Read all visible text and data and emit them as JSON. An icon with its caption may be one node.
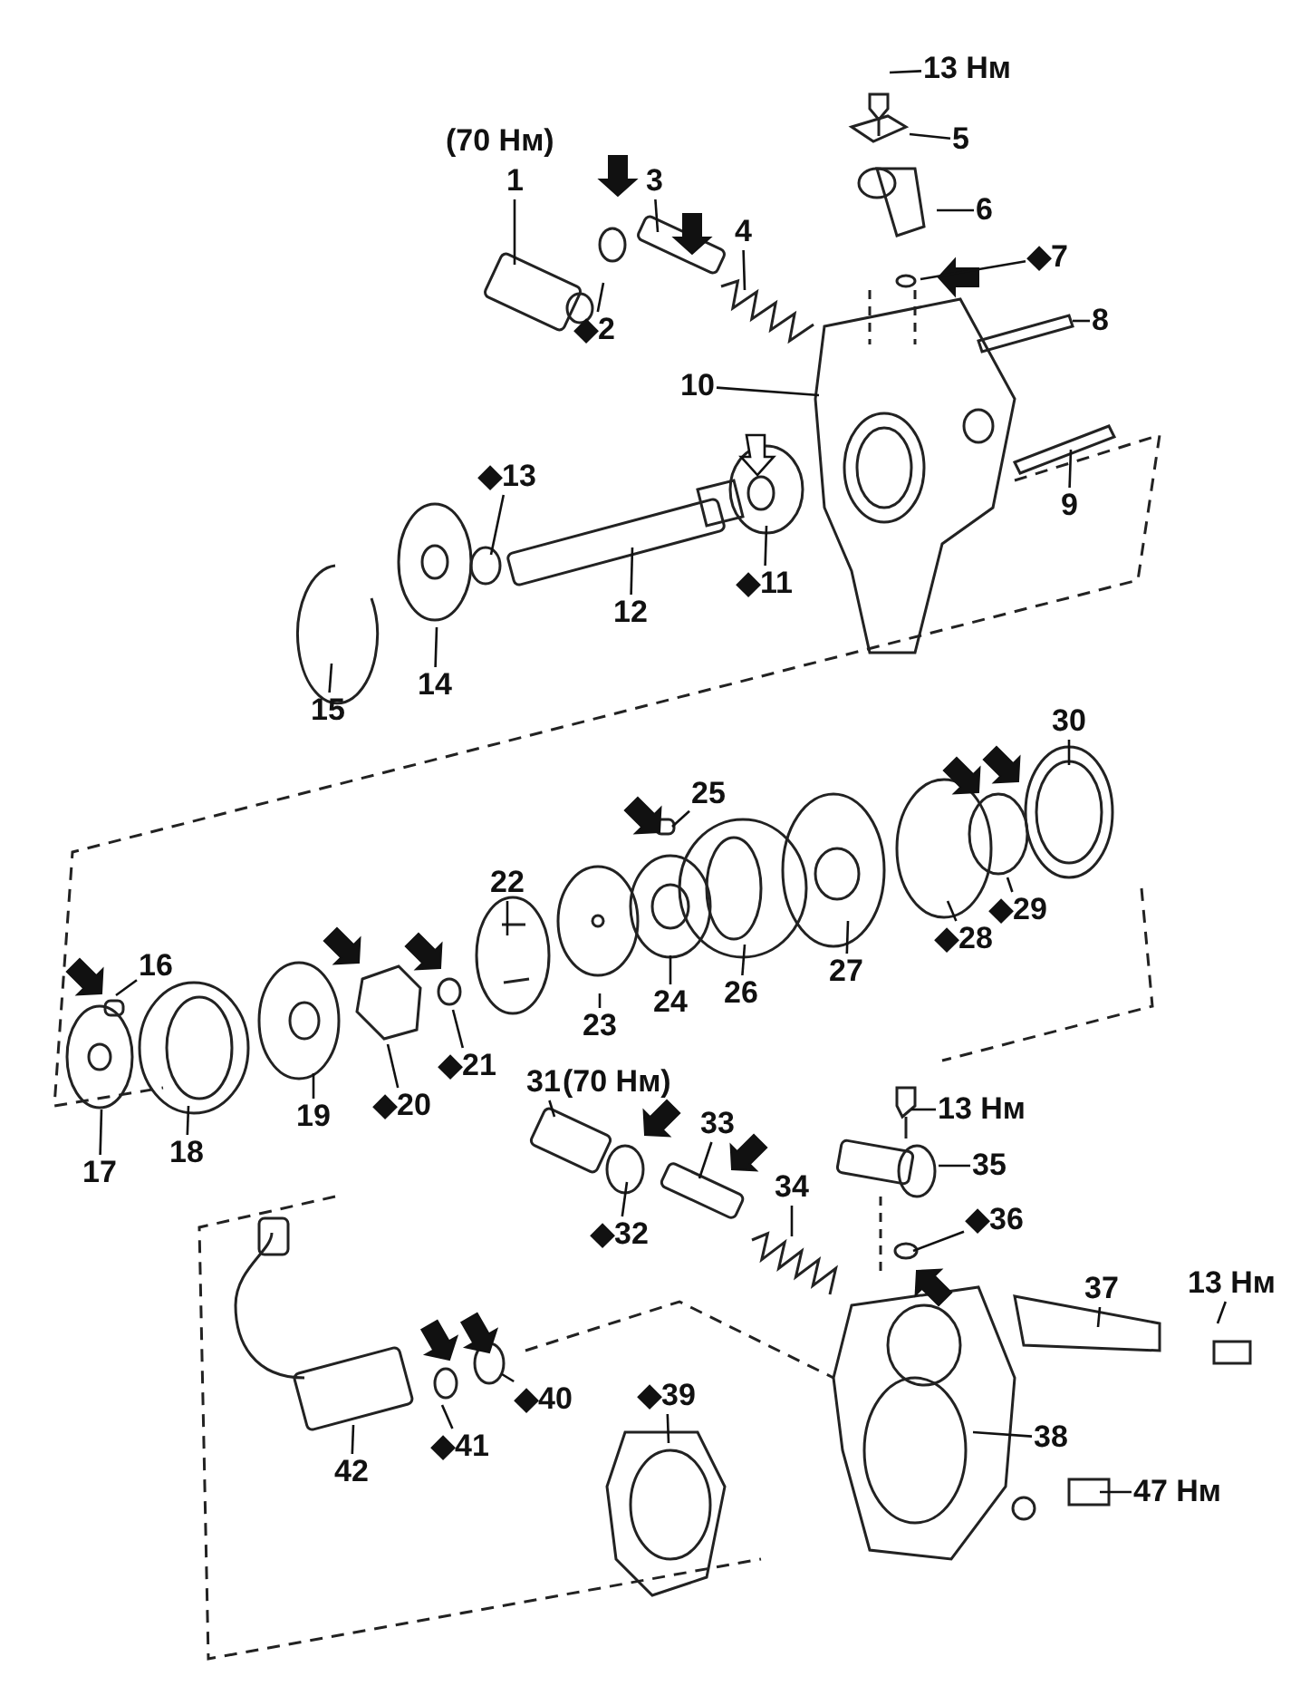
{
  "diagram": {
    "nodes": [
      {
        "text": [
          "1"
        ],
        "beside": [
          "(70 Нм)"
        ]
      },
      {
        "text": [
          "13 Нм"
        ]
      },
      {
        "text": [
          "5"
        ]
      },
      {
        "text": [
          "3"
        ]
      },
      {
        "text": [
          "6"
        ]
      },
      {
        "text": [
          "4"
        ]
      },
      {
        "text": [
          "◆7"
        ]
      },
      {
        "text": [
          "◆2"
        ]
      },
      {
        "text": [
          "8"
        ]
      },
      {
        "text": [
          "10"
        ]
      },
      {
        "text": [
          "9"
        ]
      },
      {
        "text": [
          "◆13"
        ]
      },
      {
        "text": [
          "◆11"
        ]
      },
      {
        "text": [
          "12"
        ]
      },
      {
        "text": [
          "14"
        ]
      },
      {
        "text": [
          "15"
        ]
      },
      {
        "text": [
          "30"
        ]
      },
      {
        "text": [
          "25"
        ]
      },
      {
        "text": [
          "22"
        ]
      },
      {
        "text": [
          "◆29"
        ]
      },
      {
        "text": [
          "◆28"
        ]
      },
      {
        "text": [
          "27"
        ]
      },
      {
        "text": [
          "16"
        ]
      },
      {
        "text": [
          "26"
        ]
      },
      {
        "text": [
          "24"
        ]
      },
      {
        "text": [
          "23"
        ]
      },
      {
        "text": [
          "◆21"
        ]
      },
      {
        "text": [
          "◆20"
        ]
      },
      {
        "text": [
          "19"
        ]
      },
      {
        "text": [
          "18"
        ]
      },
      {
        "text": [
          "17"
        ]
      },
      {
        "text": [
          "31"
        ],
        "beside": [
          "(70 Нм)"
        ]
      },
      {
        "text": [
          "33"
        ]
      },
      {
        "text": [
          "13 Нм"
        ]
      },
      {
        "text": [
          "35"
        ]
      },
      {
        "text": [
          "◆32"
        ]
      },
      {
        "text": [
          "34"
        ]
      },
      {
        "text": [
          "◆36"
        ]
      },
      {
        "text": [
          "37"
        ]
      },
      {
        "text": [
          "13 Нм"
        ]
      },
      {
        "text": [
          "◆39"
        ]
      },
      {
        "text": [
          "◆40"
        ]
      },
      {
        "text": [
          "◆41"
        ]
      },
      {
        "text": [
          "38"
        ]
      },
      {
        "text": [
          "47 Нм"
        ]
      },
      {
        "text": [
          "42"
        ]
      }
    ],
    "edges": [
      {
        "from": 0,
        "to": null,
        "arrow": "none"
      },
      {
        "from": 1,
        "to": null,
        "arrow": "none"
      },
      {
        "from": 2,
        "to": null,
        "arrow": "none"
      },
      {
        "from": 3,
        "to": null,
        "arrow": "none"
      },
      {
        "from": 4,
        "to": null,
        "arrow": "none"
      },
      {
        "from": 5,
        "to": null,
        "arrow": "none"
      },
      {
        "from": 6,
        "to": null,
        "arrow": "none"
      },
      {
        "from": 7,
        "to": null,
        "arrow": "none"
      },
      {
        "from": 8,
        "to": null,
        "arrow": "none"
      },
      {
        "from": 9,
        "to": null,
        "arrow": "none"
      },
      {
        "from": 10,
        "to": null,
        "arrow": "none"
      },
      {
        "from": 11,
        "to": null,
        "arrow": "none"
      },
      {
        "from": 12,
        "to": null,
        "arrow": "none"
      },
      {
        "from": 13,
        "to": null,
        "arrow": "none"
      },
      {
        "from": 14,
        "to": null,
        "arrow": "none"
      },
      {
        "from": 15,
        "to": null,
        "arrow": "none"
      },
      {
        "from": 16,
        "to": null,
        "arrow": "none"
      },
      {
        "from": 17,
        "to": null,
        "arrow": "none"
      },
      {
        "from": 18,
        "to": null,
        "arrow": "none"
      },
      {
        "from": 19,
        "to": null,
        "arrow": "none"
      },
      {
        "from": 20,
        "to": null,
        "arrow": "none"
      },
      {
        "from": 21,
        "to": null,
        "arrow": "none"
      },
      {
        "from": 22,
        "to": null,
        "arrow": "none"
      },
      {
        "from": 23,
        "to": null,
        "arrow": "none"
      },
      {
        "from": 24,
        "to": null,
        "arrow": "none"
      },
      {
        "from": 25,
        "to": null,
        "arrow": "none"
      },
      {
        "from": 26,
        "to": null,
        "arrow": "none"
      },
      {
        "from": 27,
        "to": null,
        "arrow": "none"
      },
      {
        "from": 28,
        "to": null,
        "arrow": "none"
      },
      {
        "from": 29,
        "to": null,
        "arrow": "none"
      },
      {
        "from": 30,
        "to": null,
        "arrow": "none"
      },
      {
        "from": 31,
        "to": null,
        "arrow": "none"
      },
      {
        "from": 32,
        "to": null,
        "arrow": "none"
      },
      {
        "from": 33,
        "to": null,
        "arrow": "none"
      },
      {
        "from": 34,
        "to": null,
        "arrow": "none"
      },
      {
        "from": 35,
        "to": null,
        "arrow": "none"
      },
      {
        "from": 36,
        "to": null,
        "arrow": "none"
      },
      {
        "from": 37,
        "to": null,
        "arrow": "none"
      },
      {
        "from": 38,
        "to": null,
        "arrow": "none"
      },
      {
        "from": 39,
        "to": null,
        "arrow": "none"
      },
      {
        "from": 40,
        "to": null,
        "arrow": "none"
      },
      {
        "from": 41,
        "to": null,
        "arrow": "none"
      },
      {
        "from": 42,
        "to": null,
        "arrow": "none"
      },
      {
        "from": 43,
        "to": null,
        "arrow": "none"
      },
      {
        "from": 44,
        "to": null,
        "arrow": "none"
      },
      {
        "from": 45,
        "to": null,
        "arrow": "none"
      }
    ]
  }
}
